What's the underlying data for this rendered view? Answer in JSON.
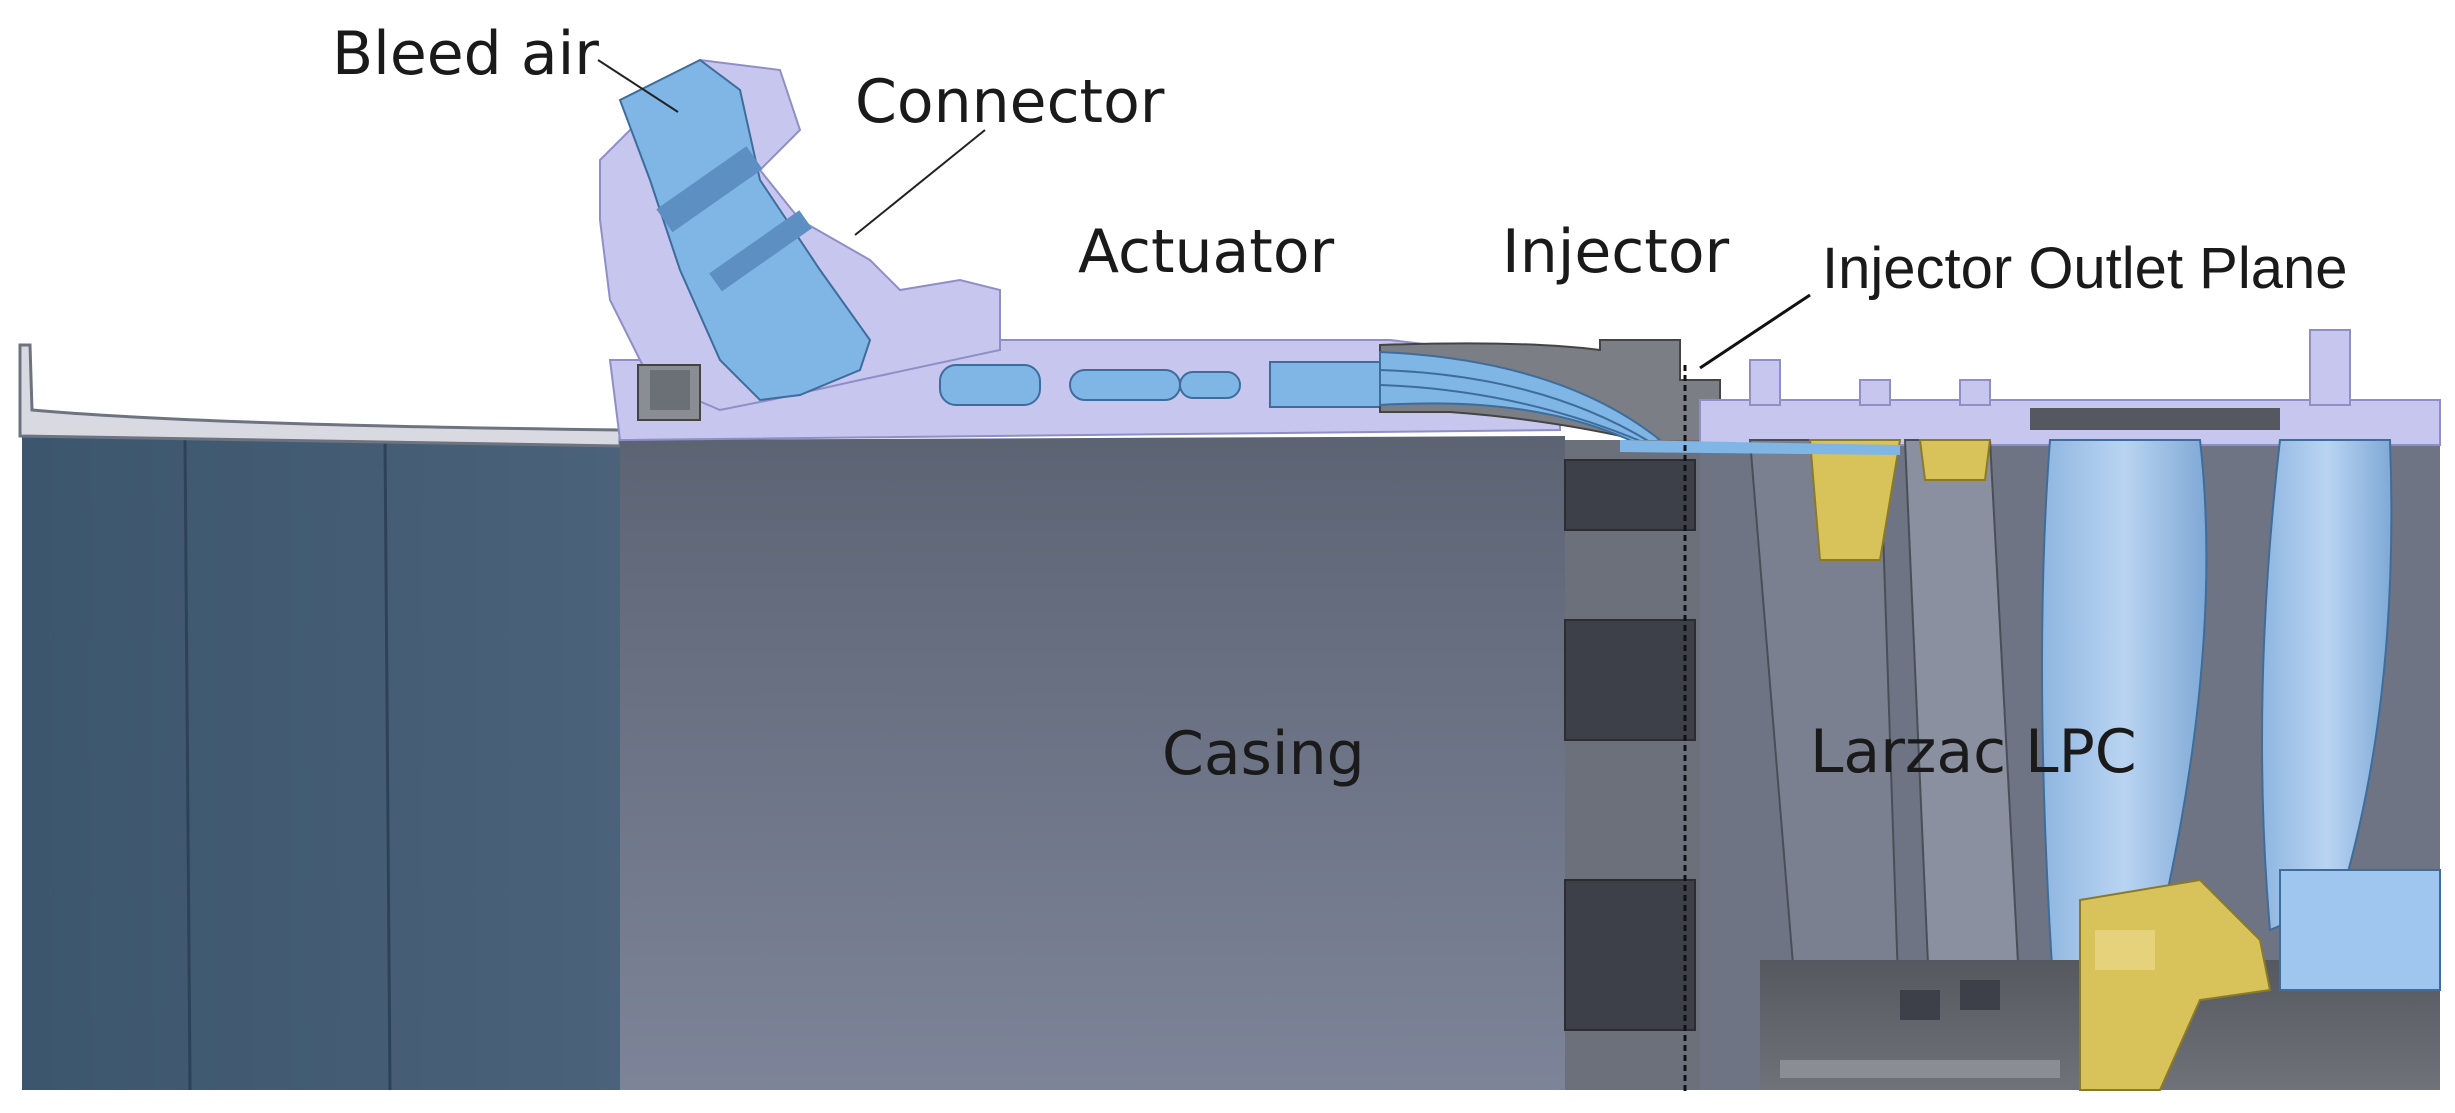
{
  "labels": {
    "bleed_air": "Bleed air",
    "connector": "Connector",
    "actuator": "Actuator",
    "injector": "Injector",
    "injector_outlet_plane": "Injector Outlet Plane",
    "casing": "Casing",
    "larzac_lpc": "Larzac LPC"
  },
  "colors": {
    "casing_dark": "#5f6a7c",
    "casing_left": "#3f586f",
    "lavender": "#c7c6ee",
    "flow_blue": "#7fb6e6",
    "blade_blue": "#9fc6ee",
    "gold": "#d8c35a",
    "metal_grey": "#8a8d93"
  }
}
